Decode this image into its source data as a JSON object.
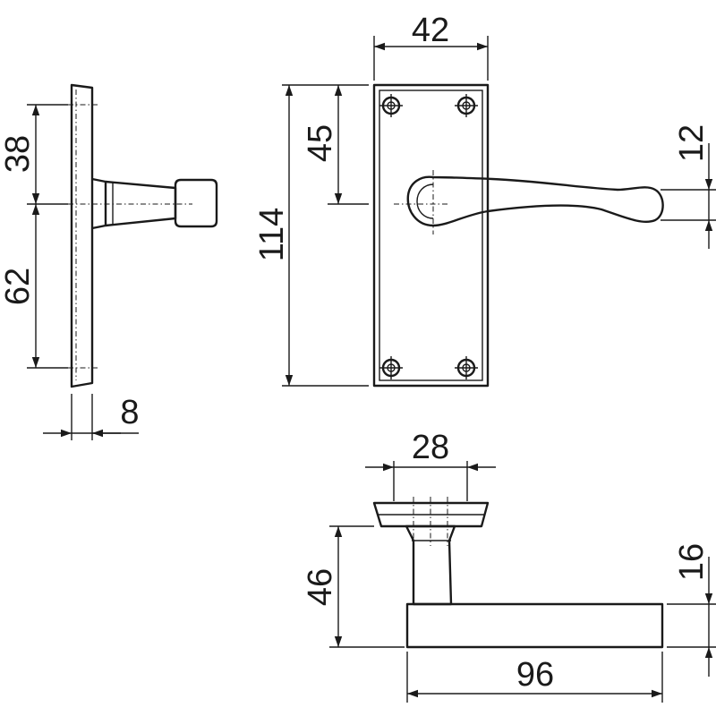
{
  "views": {
    "side": {
      "dimensions": {
        "upper_height": "38",
        "lower_height": "62",
        "plate_thickness": "8"
      }
    },
    "front": {
      "dimensions": {
        "plate_width": "42",
        "plate_height": "114",
        "spindle_offset": "45",
        "lever_end_height": "12"
      }
    },
    "top": {
      "dimensions": {
        "rose_width": "28",
        "projection": "46",
        "lever_thickness": "16",
        "lever_length": "96"
      }
    }
  }
}
